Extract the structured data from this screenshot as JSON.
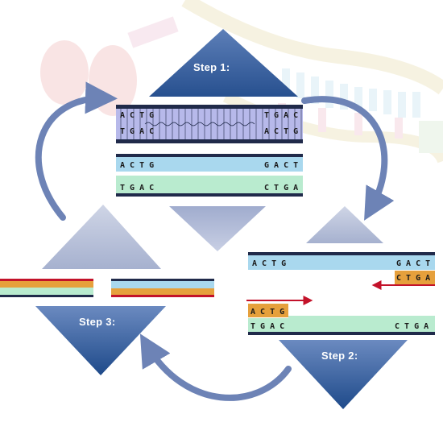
{
  "steps": {
    "step1": "Step 1:",
    "step2": "Step 2:",
    "step3": "Step 3:"
  },
  "colors": {
    "triangle_light": "#b9c2d9",
    "triangle_dark": "#2d5a98",
    "arrow": "#6d83b6",
    "parent_strand": "#b7b9ea",
    "strand_blue": "#a9d8ee",
    "strand_green": "#b9ebcf",
    "primer_orange": "#e6a03c",
    "strand_border": "#202a4a",
    "primer_arrow": "#c3122a"
  },
  "sequences": {
    "parent_top_left": "A C T G",
    "parent_top_right": "T G A C",
    "parent_bottom_left": "T G A C",
    "parent_bottom_right": "A C T G",
    "separated_top_left": "A C T G",
    "separated_top_right": "G A C T",
    "separated_bottom_left": "T G A C",
    "separated_bottom_right": "C T G A",
    "step2_top_left": "A C T G",
    "step2_top_primer_top": "G A C T",
    "step2_top_primer_bottom": "C T G A",
    "step2_bottom_primer": "A C T G",
    "step2_bottom_left": "T G A C",
    "step2_bottom_right": "C T G A"
  }
}
